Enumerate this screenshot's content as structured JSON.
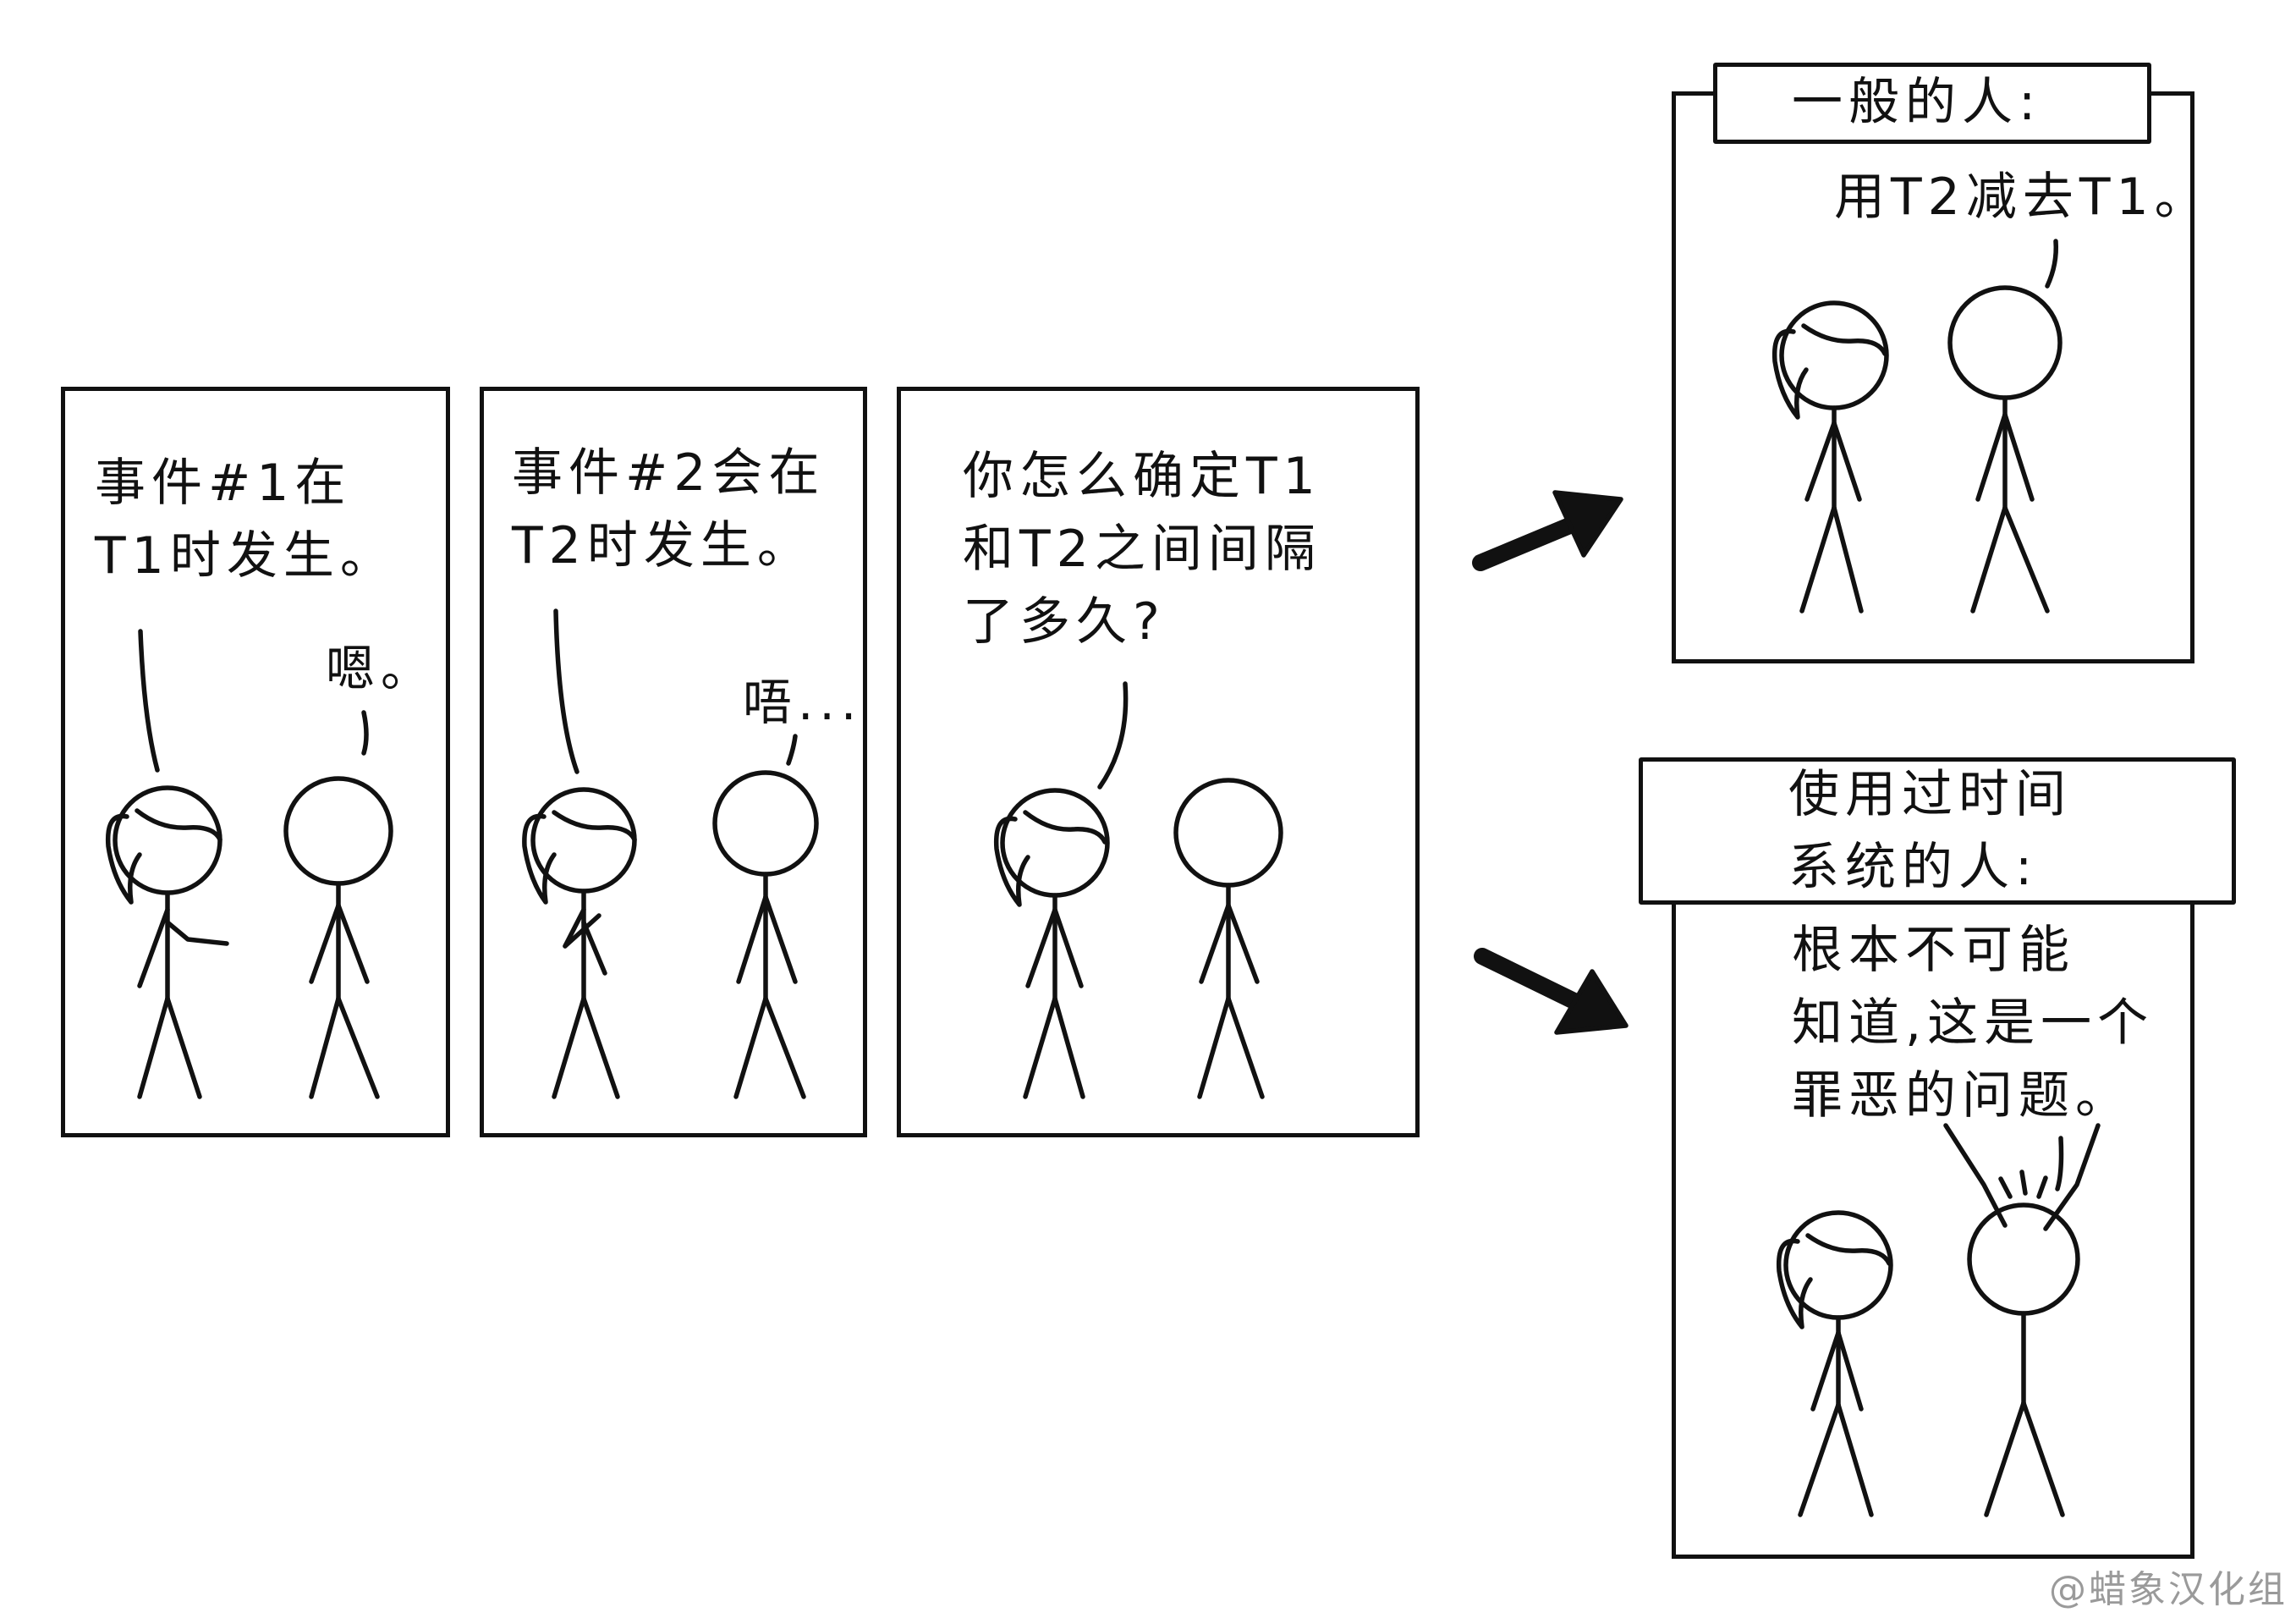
{
  "panel1": {
    "speech_left": "事件#1在\nT1时发生。",
    "speech_right": "嗯。"
  },
  "panel2": {
    "speech_left": "事件#2会在\nT2时发生。",
    "speech_right": "唔..."
  },
  "panel3": {
    "speech_left": "你怎么确定T1\n和T2之间间隔\n了多久?"
  },
  "panel_normal": {
    "caption": "一般的人:",
    "speech": "用T2减去T1。"
  },
  "panel_timesystem": {
    "caption": "使用过时间\n系统的人:",
    "speech": "根本不可能\n知道,这是一个\n罪恶的问题。"
  },
  "credit": "@蜡象汉化组"
}
